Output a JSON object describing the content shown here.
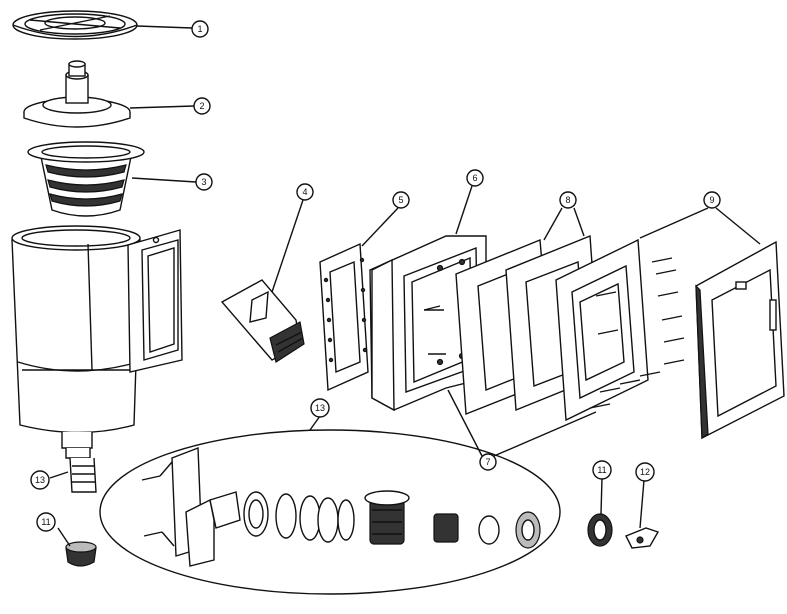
{
  "diagram": {
    "callouts": [
      {
        "id": "c1",
        "label": "1"
      },
      {
        "id": "c2",
        "label": "2"
      },
      {
        "id": "c3",
        "label": "3"
      },
      {
        "id": "c4",
        "label": "4"
      },
      {
        "id": "c5",
        "label": "5"
      },
      {
        "id": "c6",
        "label": "6"
      },
      {
        "id": "c7",
        "label": "7"
      },
      {
        "id": "c8",
        "label": "8"
      },
      {
        "id": "c9",
        "label": "9"
      },
      {
        "id": "c11a",
        "label": "11"
      },
      {
        "id": "c11b",
        "label": "11"
      },
      {
        "id": "c12",
        "label": "12"
      },
      {
        "id": "c13a",
        "label": "13"
      },
      {
        "id": "c13b",
        "label": "13"
      }
    ]
  }
}
